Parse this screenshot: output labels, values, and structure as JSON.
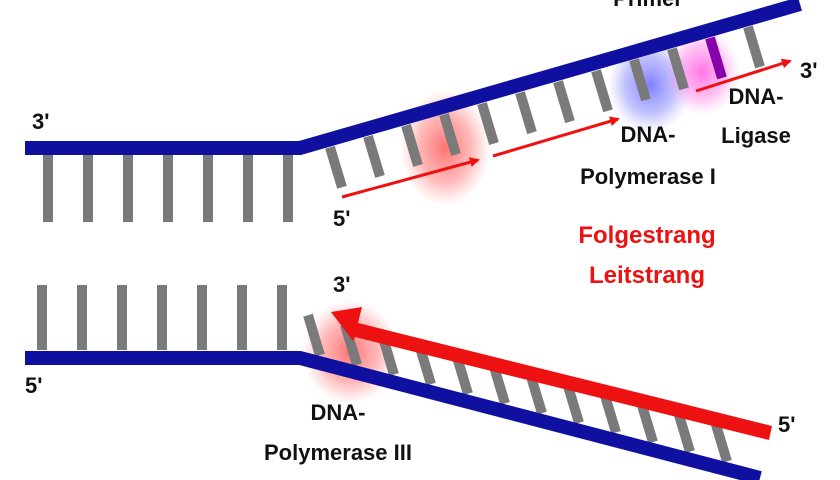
{
  "labels": {
    "top_left_end": "3'",
    "top_right_end": "3'",
    "okazaki_start": "5'",
    "bottom_left_end": "5'",
    "bottom_leading_end": "3'",
    "bottom_right_end": "5'",
    "primer": "Primer",
    "dna_pol1_line1": "DNA-",
    "dna_pol1_line2": "Polymerase I",
    "ligase_line1": "DNA-",
    "ligase_line2": "Ligase",
    "dna_pol3_line1": "DNA-",
    "dna_pol3_line2": "Polymerase III"
  },
  "legend": {
    "lagging": "Folgestrang",
    "leading": "Leitstrang"
  },
  "colors": {
    "backbone": "#1010a0",
    "base": "#7a7a7a",
    "new_strand": "#ee1111",
    "legend_text": "#ee1111",
    "polymerase3_glow": "#ff5555",
    "polymerase1_glow": "#6666ff",
    "ligase_glow": "#ff55dd",
    "primer_mark": "#8800aa"
  }
}
